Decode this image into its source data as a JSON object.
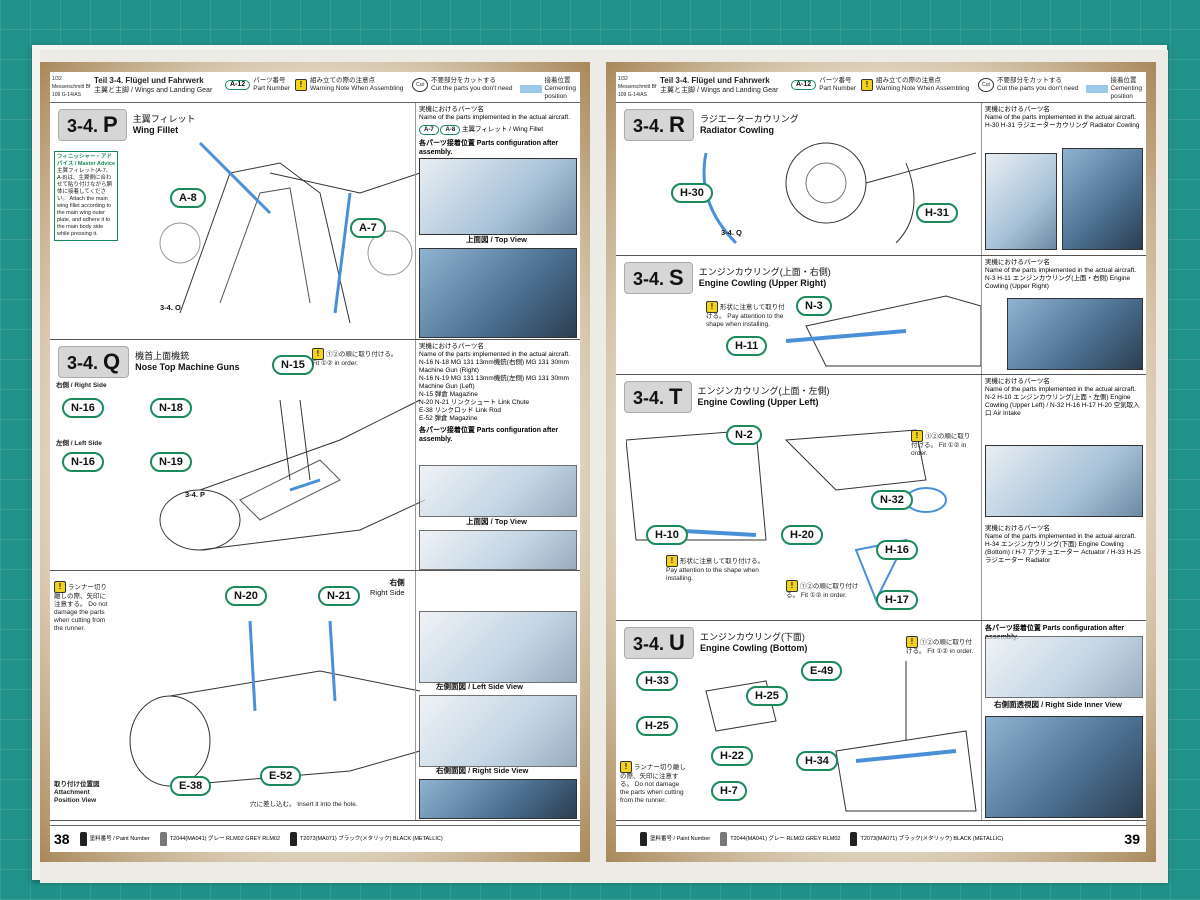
{
  "header": {
    "kit": "1/32 Messerschmitt Bf 109 G-14/AS",
    "teil": "Teil 3-4. Flügel und Fahrwerk",
    "teil_sub": "主翼と主脚 / Wings and Landing Gear",
    "legend_part": "パーツ番号",
    "legend_part_en": "Part Number",
    "legend_part_code": "A-12",
    "legend_warn": "組み立ての際の注意点",
    "legend_warn_en": "Warning Note When Assembling",
    "legend_cut": "不要部分をカットする",
    "legend_cut_en": "Cut the parts you don't need",
    "legend_cement": "接着位置",
    "legend_cement_en": "Cementing position"
  },
  "left_page": {
    "page_number": "38",
    "steps": [
      {
        "id": "P",
        "code": "3-4.",
        "name_jp": "主翼フィレット",
        "name_en": "Wing Fillet",
        "parts": [
          "A-8",
          "A-7"
        ],
        "ref": "3-4. O",
        "side_title_jp": "実機におけるパーツ名",
        "side_title_en": "Name of the parts implemented in the actual aircraft.",
        "side_parts": "主翼フィレット / Wing Fillet",
        "config": "各パーツ接着位置 Parts configuration after assembly.",
        "top_view": "上面図 / Top View",
        "advice": "フィニッシャー・アドバイス / Master Advice",
        "advice_note": "主翼フィレット(A-7、A-8)は、主翼側に合わせて貼り付けながら胴体に接着してください。 Attach the main wing fillet according to the main wing outer plate, and adhere it to the main body side while pressing it."
      },
      {
        "id": "Q",
        "code": "3-4.",
        "name_jp": "機首上面機銃",
        "name_en": "Nose Top Machine Guns",
        "parts": [
          "N-15",
          "N-16",
          "N-18",
          "N-19"
        ],
        "right_side": "右側 / Right Side",
        "left_side": "左側 / Left Side",
        "order_note": "①②の順に取り付ける。 Fit ①② in order.",
        "ref": "3-4. P",
        "side_lines": [
          "N-16 N-18 MG 131 13mm機銃(右側) MG 131 30mm Machine Gun (Right)",
          "N-16 N-19 MG 131 13mm機銃(左側) MG 131 30mm Machine Gun (Left)",
          "N-15 弾倉 Magazine",
          "N-20 N-21 リンクシュート Link Chute",
          "E-38 リンクロッド Link Rod",
          "E-52 弾倉 Magazine"
        ],
        "config": "各パーツ接着位置 Parts configuration after assembly.",
        "top_view": "上面図 / Top View",
        "left_view": "左側面図 / Left Side View",
        "right_view": "右側面図 / Right Side View"
      },
      {
        "parts": [
          "N-20",
          "N-21",
          "E-38",
          "E-52"
        ],
        "right_side_jp": "右側",
        "right_side_en": "Right Side",
        "runner_note": "ランナー切り離しの際、矢印に注意する。 Do not damage the parts when cutting from the runner.",
        "attach_view": "取り付け位置図 Attachment Position View",
        "insert_note": "穴に差し込む。 Insert it into the hole."
      }
    ],
    "paint": [
      {
        "label": "塗料番号 / Paint Number"
      },
      {
        "label": "T2044(MA041) グレー RLM02 GREY RLM02"
      },
      {
        "label": "T2073(MA071) ブラック(メタリック) BLACK (METALLIC)"
      }
    ]
  },
  "right_page": {
    "page_number": "39",
    "steps": [
      {
        "id": "R",
        "code": "3-4.",
        "name_jp": "ラジエーターカウリング",
        "name_en": "Radiator Cowling",
        "parts": [
          "H-30",
          "H-31"
        ],
        "ref": "3-4. Q",
        "side_title_jp": "実機におけるパーツ名",
        "side_title_en": "Name of the parts implemented in the actual aircraft.",
        "side_parts": "H-30 H-31 ラジエーターカウリング Radiator Cowling"
      },
      {
        "id": "S",
        "code": "3-4.",
        "name_jp": "エンジンカウリング(上面・右側)",
        "name_en": "Engine Cowling (Upper Right)",
        "parts": [
          "N-3",
          "H-11"
        ],
        "shape_note": "形状に注意して取り付ける。 Pay attention to the shape when installing.",
        "side_parts": "N-3 H-11 エンジンカウリング(上面・右側) Engine Cowling (Upper Right)"
      },
      {
        "id": "T",
        "code": "3-4.",
        "name_jp": "エンジンカウリング(上面・左側)",
        "name_en": "Engine Cowling (Upper Left)",
        "parts": [
          "N-2",
          "H-10",
          "N-32",
          "H-20",
          "H-16",
          "H-17"
        ],
        "order_note": "①②の順に取り付ける。 Fit ①② in order.",
        "shape_note": "形状に注意して取り付ける。 Pay attention to the shape when installing.",
        "side_parts": "N-2 H-10 エンジンカウリング(上面・左側) Engine Cowling (Upper Left) / N-32 H-16 H-17 H-20 空気取入口 Air Intake"
      },
      {
        "id": "U",
        "code": "3-4.",
        "name_jp": "エンジンカウリング(下面)",
        "name_en": "Engine Cowling (Bottom)",
        "parts": [
          "H-33",
          "H-25",
          "H-25",
          "E-49",
          "H-22",
          "H-7",
          "H-34"
        ],
        "order_note": "①②の順に取り付ける。 Fit ①② in order.",
        "runner_note": "ランナー切り離しの際、矢印に注意する。 Do not damage the parts when cutting from the runner.",
        "side_parts": "H-34 エンジンカウリング(下面) Engine Cowling (Bottom) / H-7 アクチュエーター Actuator / H-33 H-25 ラジエーター Radiator",
        "config": "各パーツ接着位置 Parts configuration after assembly.",
        "inner_view": "右側面透視図 / Right Side Inner View"
      }
    ],
    "paint": [
      {
        "label": "塗料番号 / Paint Number"
      },
      {
        "label": "T2044(MA041) グレー RLM02 GREY RLM02"
      },
      {
        "label": "T2073(MA071) ブラック(メタリック) BLACK (METALLIC)"
      }
    ]
  },
  "colors": {
    "accent_green": "#1a8a5a",
    "cement_blue": "#9cc9e8",
    "mat": "#21928a"
  }
}
